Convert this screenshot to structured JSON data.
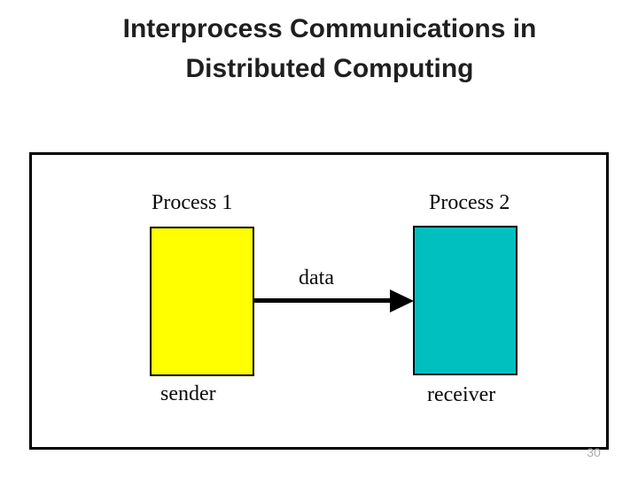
{
  "title": {
    "line1": "Interprocess Communications in",
    "line2": "Distributed Computing"
  },
  "diagram": {
    "process1_label": "Process 1",
    "process2_label": "Process 2",
    "arrow_label": "data",
    "sender_label": "sender",
    "receiver_label": "receiver"
  },
  "footer": {
    "page_number": "30"
  },
  "colors": {
    "sender_box": "#FFFF00",
    "receiver_box": "#00BFBF",
    "frame_border": "#000000",
    "arrow": "#000000",
    "title_text": "#1F1F1F",
    "diagram_text": "#0A0A0A",
    "page_number_text": "#ADADAD"
  }
}
